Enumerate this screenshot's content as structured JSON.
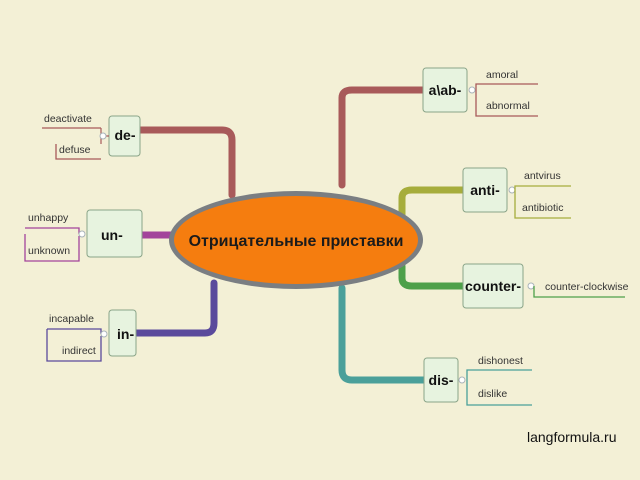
{
  "center": {
    "label": "Отрицательные приставки",
    "color": "#f57d0f"
  },
  "branches": [
    {
      "id": "de",
      "prefix": "de-",
      "color": "#a85a5a",
      "words": [
        "deactivate",
        "defuse"
      ]
    },
    {
      "id": "un",
      "prefix": "un-",
      "color": "#a3449b",
      "words": [
        "unhappy",
        "unknown"
      ]
    },
    {
      "id": "in",
      "prefix": "in-",
      "color": "#5a4a9c",
      "words": [
        "incapable",
        "indirect"
      ]
    },
    {
      "id": "a-ab",
      "prefix": "a\\ab-",
      "color": "#a85a5a",
      "words": [
        "amoral",
        "abnormal"
      ]
    },
    {
      "id": "anti",
      "prefix": "anti-",
      "color": "#a6ad3c",
      "words": [
        "antvirus",
        "antibiotic"
      ]
    },
    {
      "id": "counter",
      "prefix": "counter-",
      "color": "#4ea04a",
      "words": [
        "counter-clockwise"
      ]
    },
    {
      "id": "dis",
      "prefix": "dis-",
      "color": "#4aa09a",
      "words": [
        "dishonest",
        "dislike"
      ]
    }
  ],
  "footer": {
    "site": "langformula.ru"
  }
}
